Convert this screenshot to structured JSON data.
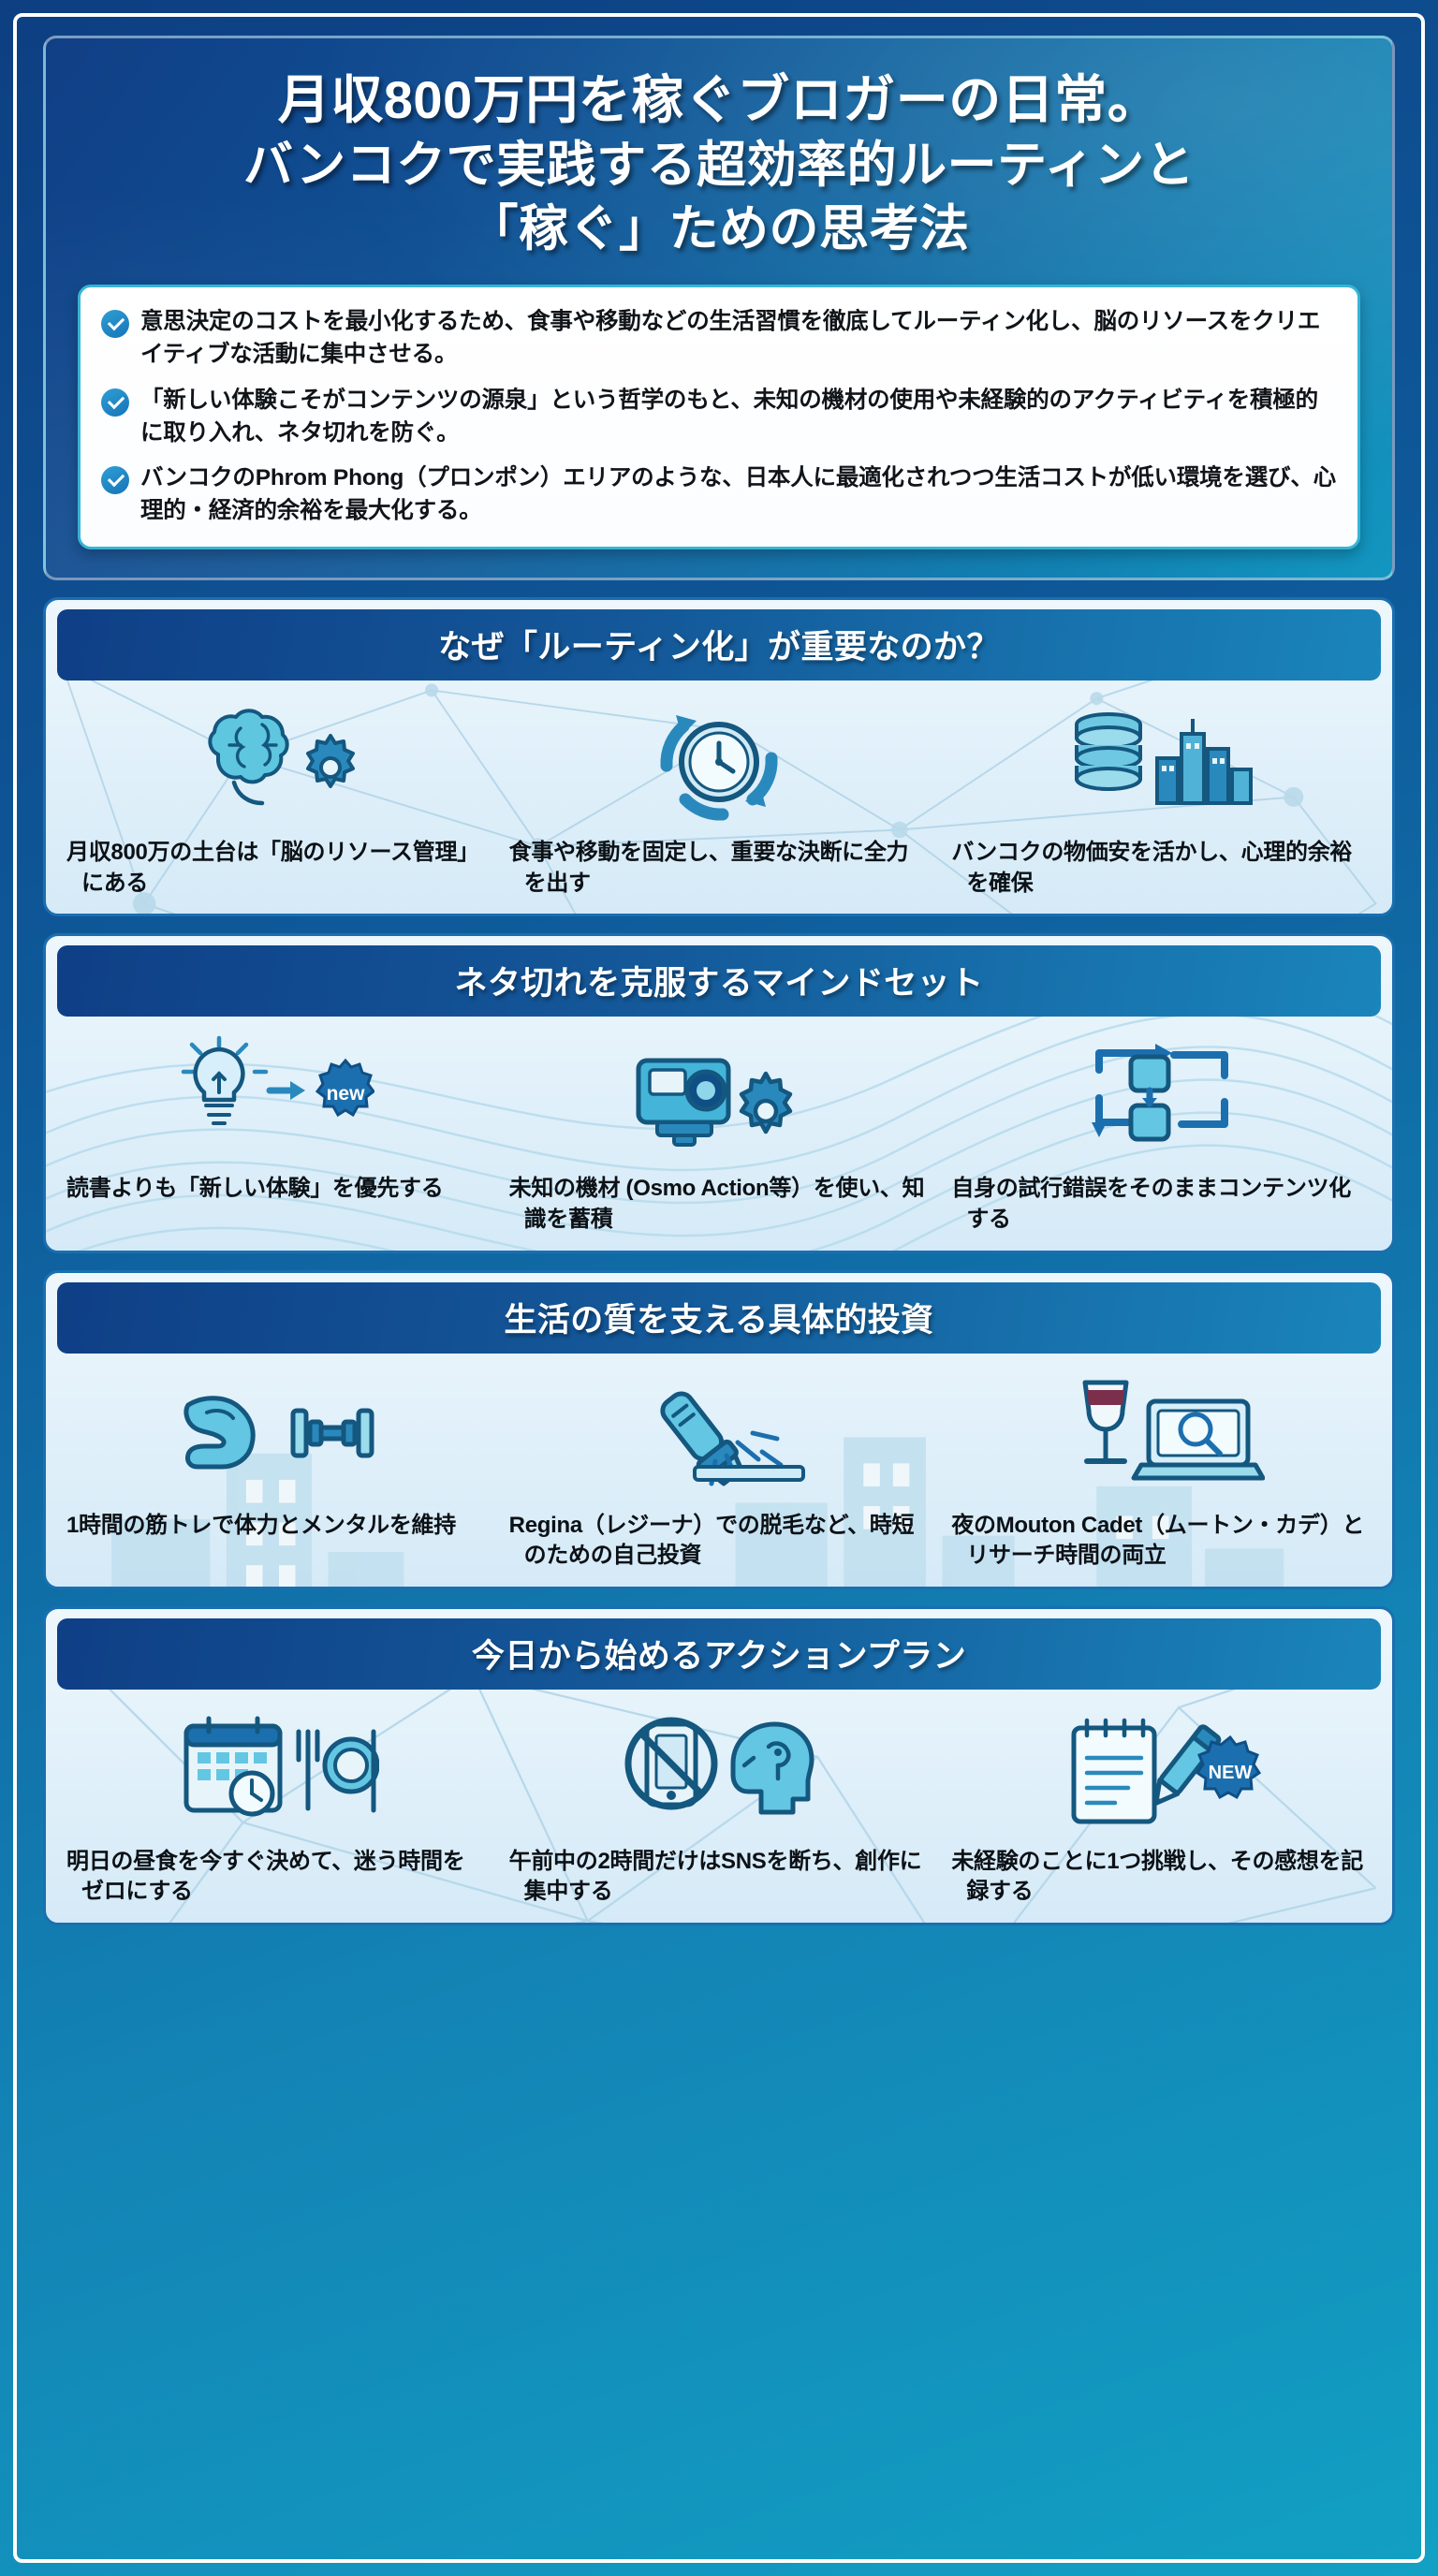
{
  "theme": {
    "deep_blue": "#0f3f86",
    "mid_blue": "#14599a",
    "cyan": "#1a9cc4",
    "accent_border": "#37b4d4",
    "card_bg": "#eef7fc",
    "text_dark": "#101418"
  },
  "header": {
    "title_line1": "月収800万円を稼ぐブロガーの日常。",
    "title_line2": "バンコクで実践する超効率的ルーティンと",
    "title_line3": "「稼ぐ」ための思考法",
    "summary": [
      {
        "icon": "check-circle-icon",
        "text": "意思決定のコストを最小化するため、食事や移動などの生活習慣を徹底してルーティン化し、脳のリソースをクリエイティブな活動に集中させる。"
      },
      {
        "icon": "check-circle-icon",
        "text": "「新しい体験こそがコンテンツの源泉」という哲学のもと、未知の機材の使用や未経験的のアクティビティを積極的に取り入れ、ネタ切れを防ぐ。"
      },
      {
        "icon": "check-circle-icon",
        "text": "バンコクのPhrom Phong（プロンポン）エリアのような、日本人に最適化されつつ生活コストが低い環境を選び、心理的・経済的余裕を最大化する。"
      }
    ]
  },
  "sections": [
    {
      "id": "why-routine",
      "heading": "なぜ「ルーティン化」が重要なのか？",
      "background": "network-dots",
      "cards": [
        {
          "icon": "brain-gear-icon",
          "caption": "月収800万の土台は「脳のリソース管理」にある"
        },
        {
          "icon": "clock-cycle-icon",
          "caption": "食事や移動を固定し、重要な決断に全力を出す"
        },
        {
          "icon": "coins-city-icon",
          "caption": "バンコクの物価安を活かし、心理的余裕を確保"
        }
      ]
    },
    {
      "id": "mindset",
      "heading": "ネタ切れを克服するマインドセット",
      "background": "wave-lines",
      "cards": [
        {
          "icon": "lightbulb-new-badge-icon",
          "caption": "読書よりも「新しい体験」を優先する"
        },
        {
          "icon": "action-camera-gear-icon",
          "caption": "未知の機材 (Osmo Action等）を使い、知識を蓄積"
        },
        {
          "icon": "cycle-blocks-icon",
          "caption": "自身の試行錯誤をそのままコンテンツ化する"
        }
      ]
    },
    {
      "id": "investment",
      "heading": "生活の質を支える具体的投資",
      "background": "city-skyline",
      "cards": [
        {
          "icon": "muscle-dumbbell-icon",
          "caption": "1時間の筋トレで体力とメンタルを維持"
        },
        {
          "icon": "hair-removal-device-icon",
          "caption": "Regina（レジーナ）での脱毛など、時短のための自己投資"
        },
        {
          "icon": "wine-laptop-icon",
          "caption": "夜のMouton Cadet（ムートン・カデ）とリサーチ時間の両立"
        }
      ]
    },
    {
      "id": "action-plan",
      "heading": "今日から始めるアクションプラン",
      "background": "polygon-lines",
      "cards": [
        {
          "icon": "calendar-clock-cutlery-icon",
          "caption": "明日の昼食を今すぐ決めて、迷う時間をゼロにする"
        },
        {
          "icon": "no-phone-focus-head-icon",
          "caption": "午前中の2時間だけはSNSを断ち、創作に集中する"
        },
        {
          "icon": "notepad-pencil-new-icon",
          "caption": "未経験のことに1つ挑戦し、その感想を記録する"
        }
      ]
    }
  ]
}
